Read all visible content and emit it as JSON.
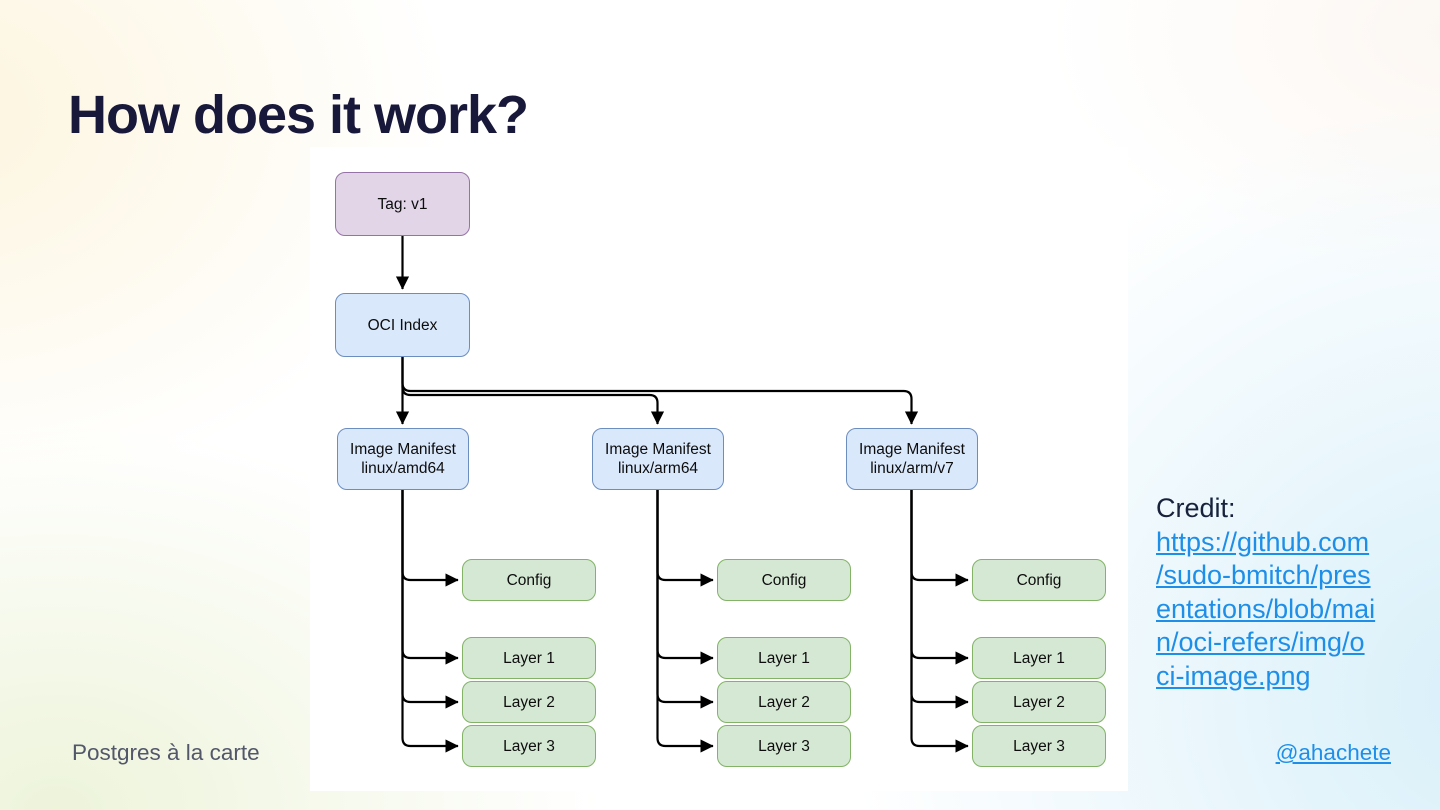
{
  "slide": {
    "title": "How does it work?",
    "footer_left": "Postgres à la carte",
    "footer_right_link": "@ahachete",
    "credit_label": "Credit:",
    "credit_url_lines": [
      "https://github.com",
      "/sudo-bmitch/pres",
      "entations/blob/mai",
      "n/oci-refers/img/o",
      "ci-image.png"
    ]
  },
  "diagram": {
    "tag_label": "Tag: v1",
    "index_label": "OCI Index",
    "manifests": [
      {
        "line1": "Image Manifest",
        "line2": "linux/amd64"
      },
      {
        "line1": "Image Manifest",
        "line2": "linux/arm64"
      },
      {
        "line1": "Image Manifest",
        "line2": "linux/arm/v7"
      }
    ],
    "children": [
      "Config",
      "Layer 1",
      "Layer 2",
      "Layer 3"
    ]
  },
  "colors": {
    "title_text": "#18183a",
    "link_blue": "#1e8fe8",
    "footer_text": "#52576a",
    "tag_fill": "#e1d5e7",
    "tag_stroke": "#9673a6",
    "manifest_fill": "#dae8fc",
    "manifest_stroke": "#6c8ebf",
    "child_fill": "#d5e8d4",
    "child_stroke": "#82b366",
    "arrow": "#000000",
    "panel_background": "#ffffff"
  }
}
